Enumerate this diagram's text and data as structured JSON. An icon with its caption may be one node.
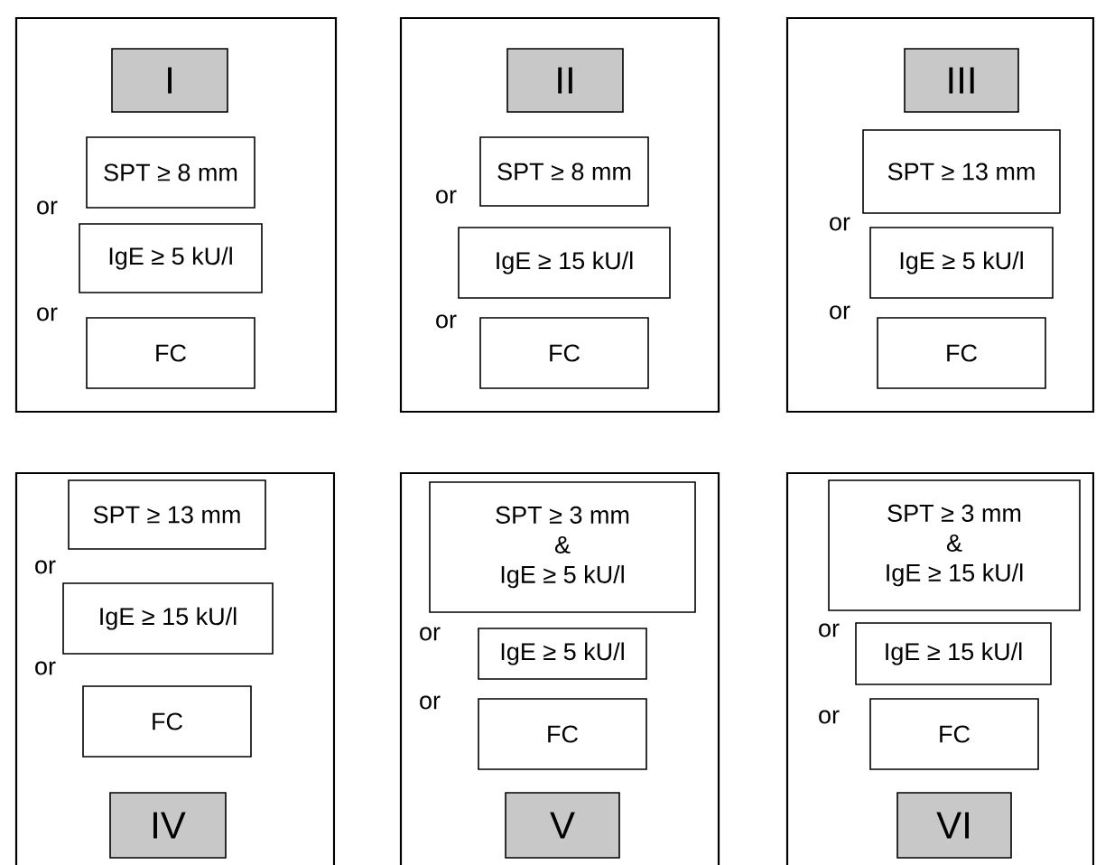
{
  "diagram": {
    "nodes": [
      {
        "text": [],
        "shape": "box"
      },
      {
        "text": [
          "I"
        ],
        "in": 0
      },
      {
        "text": [
          "SPT ≥ 8 mm"
        ],
        "in": 0
      },
      {
        "text": [
          "IgE ≥ 5 kU/l"
        ],
        "in": 0
      },
      {
        "text": [
          "FC"
        ],
        "in": 0
      },
      {
        "text": [],
        "shape": "box"
      },
      {
        "text": [
          "II"
        ],
        "in": 5
      },
      {
        "text": [
          "SPT ≥ 8 mm"
        ],
        "in": 5
      },
      {
        "text": [
          "IgE ≥ 15 kU/l"
        ],
        "in": 5
      },
      {
        "text": [
          "FC"
        ],
        "in": 5
      },
      {
        "text": [],
        "shape": "box"
      },
      {
        "text": [
          "III"
        ],
        "in": 10
      },
      {
        "text": [
          "SPT ≥ 13 mm"
        ],
        "in": 10
      },
      {
        "text": [
          "IgE ≥ 5 kU/l"
        ],
        "in": 10
      },
      {
        "text": [
          "FC"
        ],
        "in": 10
      },
      {
        "text": [],
        "shape": "box"
      },
      {
        "text": [
          "SPT ≥ 13 mm"
        ],
        "in": 15
      },
      {
        "text": [
          "IgE ≥ 15 kU/l"
        ],
        "in": 15
      },
      {
        "text": [
          "FC"
        ],
        "in": 15
      },
      {
        "text": [
          "IV"
        ],
        "in": 15
      },
      {
        "text": [],
        "shape": "box"
      },
      {
        "text": [
          "SPT ≥ 3 mm",
          "&",
          "IgE ≥ 5 kU/l"
        ],
        "in": 20
      },
      {
        "text": [
          "IgE ≥ 5 kU/l"
        ],
        "in": 20
      },
      {
        "text": [
          "FC"
        ],
        "in": 20
      },
      {
        "text": [
          "V"
        ],
        "in": 20
      },
      {
        "text": [],
        "shape": "box"
      },
      {
        "text": [
          "SPT ≥ 3 mm",
          "&",
          "IgE ≥ 15 kU/l"
        ],
        "in": 25
      },
      {
        "text": [
          "IgE ≥ 15 kU/l"
        ],
        "in": 25
      },
      {
        "text": [
          "FC"
        ],
        "in": 25
      },
      {
        "text": [
          "VI"
        ],
        "in": 25
      }
    ],
    "labels": [
      "or",
      "or",
      "or",
      "or",
      "or",
      "or",
      "or",
      "or",
      "or",
      "or",
      "or",
      "or"
    ]
  }
}
